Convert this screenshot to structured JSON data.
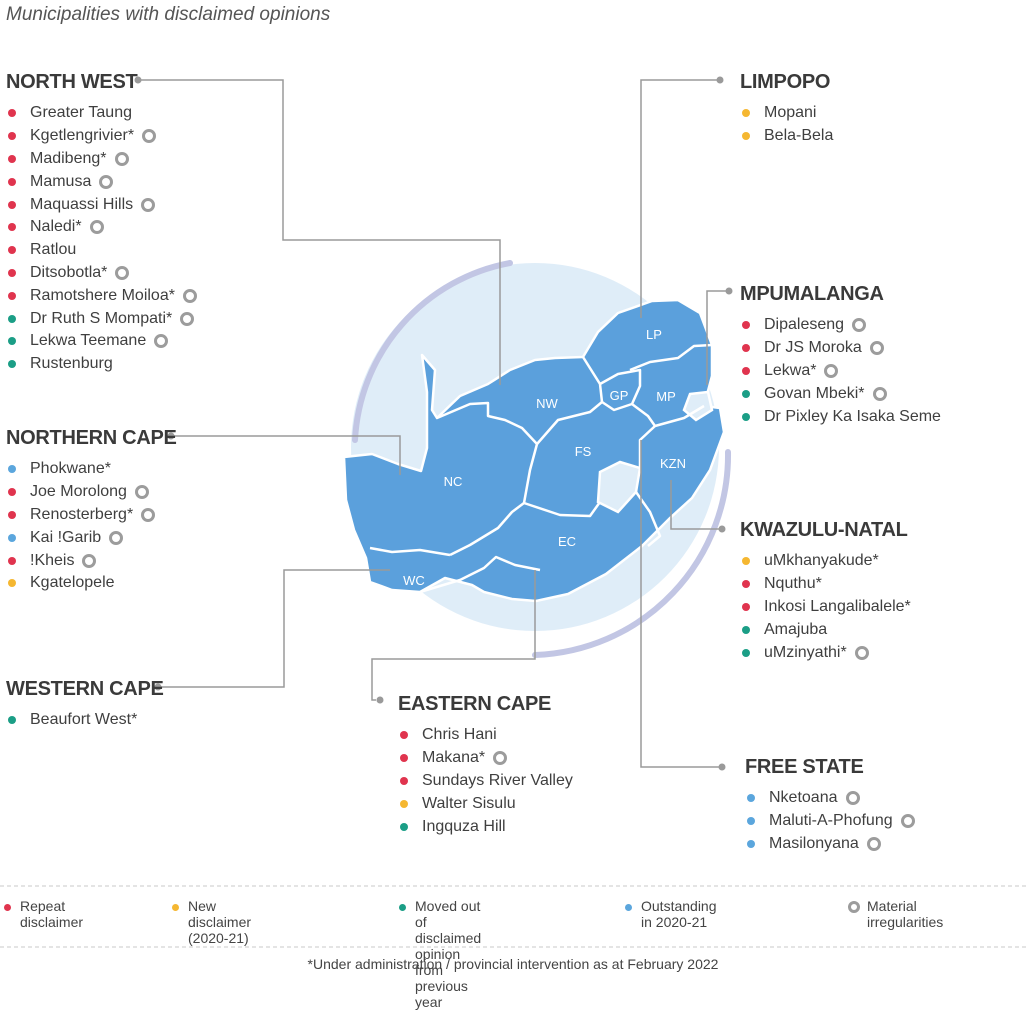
{
  "title": "Municipalities with disclaimed opinions",
  "colors": {
    "repeat": "#e0344e",
    "new": "#f5b731",
    "moved": "#1b9e86",
    "outstanding": "#5ba6dd",
    "material_irregularities": "#9c9c9c",
    "map_fill": "#5ba0dc",
    "circle_bg": "#dfedf8",
    "arc": "#c2c6e4"
  },
  "map_labels": {
    "LP": "LP",
    "NW": "NW",
    "GP": "GP",
    "MP": "MP",
    "FS": "FS",
    "KZN": "KZN",
    "NC": "NC",
    "EC": "EC",
    "WC": "WC"
  },
  "provinces": {
    "north_west": {
      "name": "NORTH WEST",
      "municipalities": [
        {
          "name": "Greater Taung",
          "status": "repeat",
          "mi": false
        },
        {
          "name": "Kgetlengrivier*",
          "status": "repeat",
          "mi": true
        },
        {
          "name": "Madibeng*",
          "status": "repeat",
          "mi": true
        },
        {
          "name": "Mamusa",
          "status": "repeat",
          "mi": true
        },
        {
          "name": "Maquassi Hills",
          "status": "repeat",
          "mi": true
        },
        {
          "name": "Naledi*",
          "status": "repeat",
          "mi": true
        },
        {
          "name": "Ratlou",
          "status": "repeat",
          "mi": false
        },
        {
          "name": "Ditsobotla*",
          "status": "repeat",
          "mi": true
        },
        {
          "name": "Ramotshere Moiloa*",
          "status": "repeat",
          "mi": true
        },
        {
          "name": "Dr Ruth S Mompati*",
          "status": "moved",
          "mi": true
        },
        {
          "name": "Lekwa Teemane",
          "status": "moved",
          "mi": true
        },
        {
          "name": "Rustenburg",
          "status": "moved",
          "mi": false
        }
      ]
    },
    "northern_cape": {
      "name": "NORTHERN CAPE",
      "municipalities": [
        {
          "name": "Phokwane*",
          "status": "outstanding",
          "mi": false
        },
        {
          "name": "Joe Morolong",
          "status": "repeat",
          "mi": true
        },
        {
          "name": "Renosterberg*",
          "status": "repeat",
          "mi": true
        },
        {
          "name": "Kai !Garib",
          "status": "outstanding",
          "mi": true
        },
        {
          "name": "!Kheis",
          "status": "repeat",
          "mi": true
        },
        {
          "name": "Kgatelopele",
          "status": "new",
          "mi": false
        }
      ]
    },
    "western_cape": {
      "name": "WESTERN CAPE",
      "municipalities": [
        {
          "name": "Beaufort West*",
          "status": "moved",
          "mi": false
        }
      ]
    },
    "eastern_cape": {
      "name": "EASTERN CAPE",
      "municipalities": [
        {
          "name": "Chris Hani",
          "status": "repeat",
          "mi": false
        },
        {
          "name": "Makana*",
          "status": "repeat",
          "mi": true
        },
        {
          "name": "Sundays River Valley",
          "status": "repeat",
          "mi": false
        },
        {
          "name": "Walter Sisulu",
          "status": "new",
          "mi": false
        },
        {
          "name": "Ingquza Hill",
          "status": "moved",
          "mi": false
        }
      ]
    },
    "limpopo": {
      "name": "LIMPOPO",
      "municipalities": [
        {
          "name": "Mopani",
          "status": "new",
          "mi": false
        },
        {
          "name": "Bela-Bela",
          "status": "new",
          "mi": false
        }
      ]
    },
    "mpumalanga": {
      "name": "MPUMALANGA",
      "municipalities": [
        {
          "name": "Dipaleseng",
          "status": "repeat",
          "mi": true
        },
        {
          "name": "Dr JS Moroka",
          "status": "repeat",
          "mi": true
        },
        {
          "name": "Lekwa*",
          "status": "repeat",
          "mi": true
        },
        {
          "name": "Govan Mbeki*",
          "status": "moved",
          "mi": true
        },
        {
          "name": "Dr Pixley Ka Isaka Seme",
          "status": "moved",
          "mi": false
        }
      ]
    },
    "kwazulu_natal": {
      "name": "KWAZULU-NATAL",
      "municipalities": [
        {
          "name": "uMkhanyakude*",
          "status": "new",
          "mi": false
        },
        {
          "name": "Nquthu*",
          "status": "repeat",
          "mi": false
        },
        {
          "name": "Inkosi Langalibalele*",
          "status": "repeat",
          "mi": false
        },
        {
          "name": "Amajuba",
          "status": "moved",
          "mi": false
        },
        {
          "name": "uMzinyathi*",
          "status": "moved",
          "mi": true
        }
      ]
    },
    "free_state": {
      "name": "FREE STATE",
      "municipalities": [
        {
          "name": "Nketoana",
          "status": "outstanding",
          "mi": true
        },
        {
          "name": "Maluti-A-Phofung",
          "status": "outstanding",
          "mi": true
        },
        {
          "name": "Masilonyana",
          "status": "outstanding",
          "mi": true
        }
      ]
    }
  },
  "legend": {
    "repeat": "Repeat disclaimer",
    "new": "New disclaimer (2020-21)",
    "moved": "Moved out of disclaimed\nopinion from previous year",
    "outstanding": "Outstanding in 2020-21",
    "material_irregularities": "Material irregularities"
  },
  "footnote": "*Under administration / provincial intervention as at February 2022"
}
